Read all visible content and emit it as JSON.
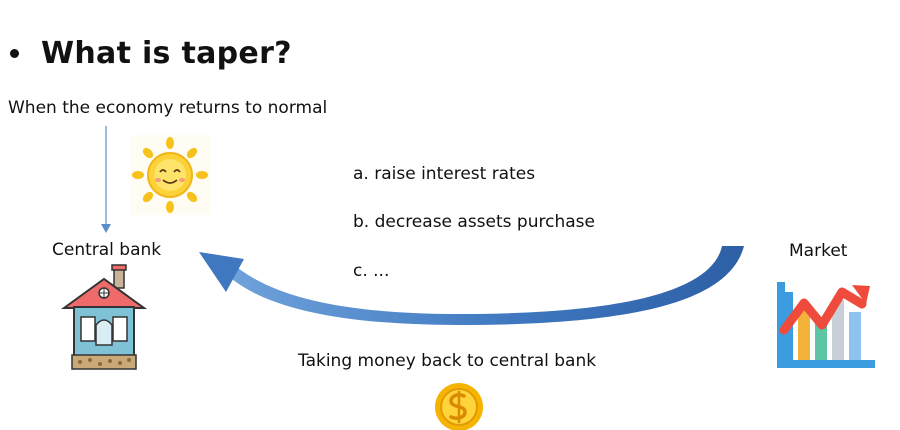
{
  "slide": {
    "title": "What is taper?",
    "condition": "When the economy returns to normal",
    "central_bank_label": "Central bank",
    "market_label": "Market",
    "actions": [
      "a. raise interest rates",
      "b. decrease assets purchase",
      "c. ..."
    ],
    "flow_label": "Taking money back to central bank"
  },
  "icons": {
    "sun": "sun-icon",
    "bank": "house-icon",
    "market": "bar-chart-icon",
    "coin": "coin-icon"
  },
  "colors": {
    "arrow": "#3f78c0",
    "sun": "#f7c21c",
    "coin": "#f5b400",
    "chart_up": "#ef4b3c",
    "chart_base": "#3b9de0"
  }
}
